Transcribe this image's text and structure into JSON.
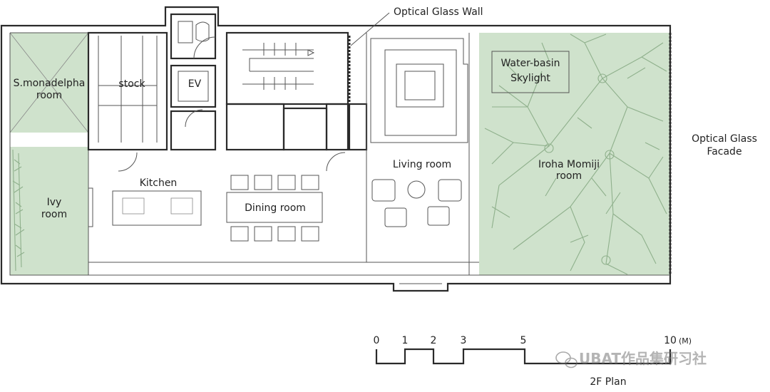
{
  "plan": {
    "rooms": {
      "s_monadelpha_line1": "S.monadelpha",
      "s_monadelpha_line2": "room",
      "stock": "stock",
      "ev": "EV",
      "kitchen": "Kitchen",
      "dining": "Dining room",
      "living": "Living room",
      "ivy_line1": "Ivy",
      "ivy_line2": "room",
      "water_basin_line1": "Water-basin",
      "water_basin_line2": "Skylight",
      "iroha_line1": "Iroha Momiji",
      "iroha_line2": "room"
    },
    "callouts": {
      "glass_wall": "Optical Glass Wall",
      "glass_facade_line1": "Optical Glass",
      "glass_facade_line2": "Facade"
    },
    "colors": {
      "garden_green": "#cfe2cc",
      "wall": "#2a2a2a"
    }
  },
  "scale_bar": {
    "ticks": [
      "0",
      "1",
      "2",
      "3",
      "5",
      "10"
    ],
    "unit": "(M)",
    "plan_title": "2F Plan"
  },
  "watermark": "UBAT作品集研习社"
}
